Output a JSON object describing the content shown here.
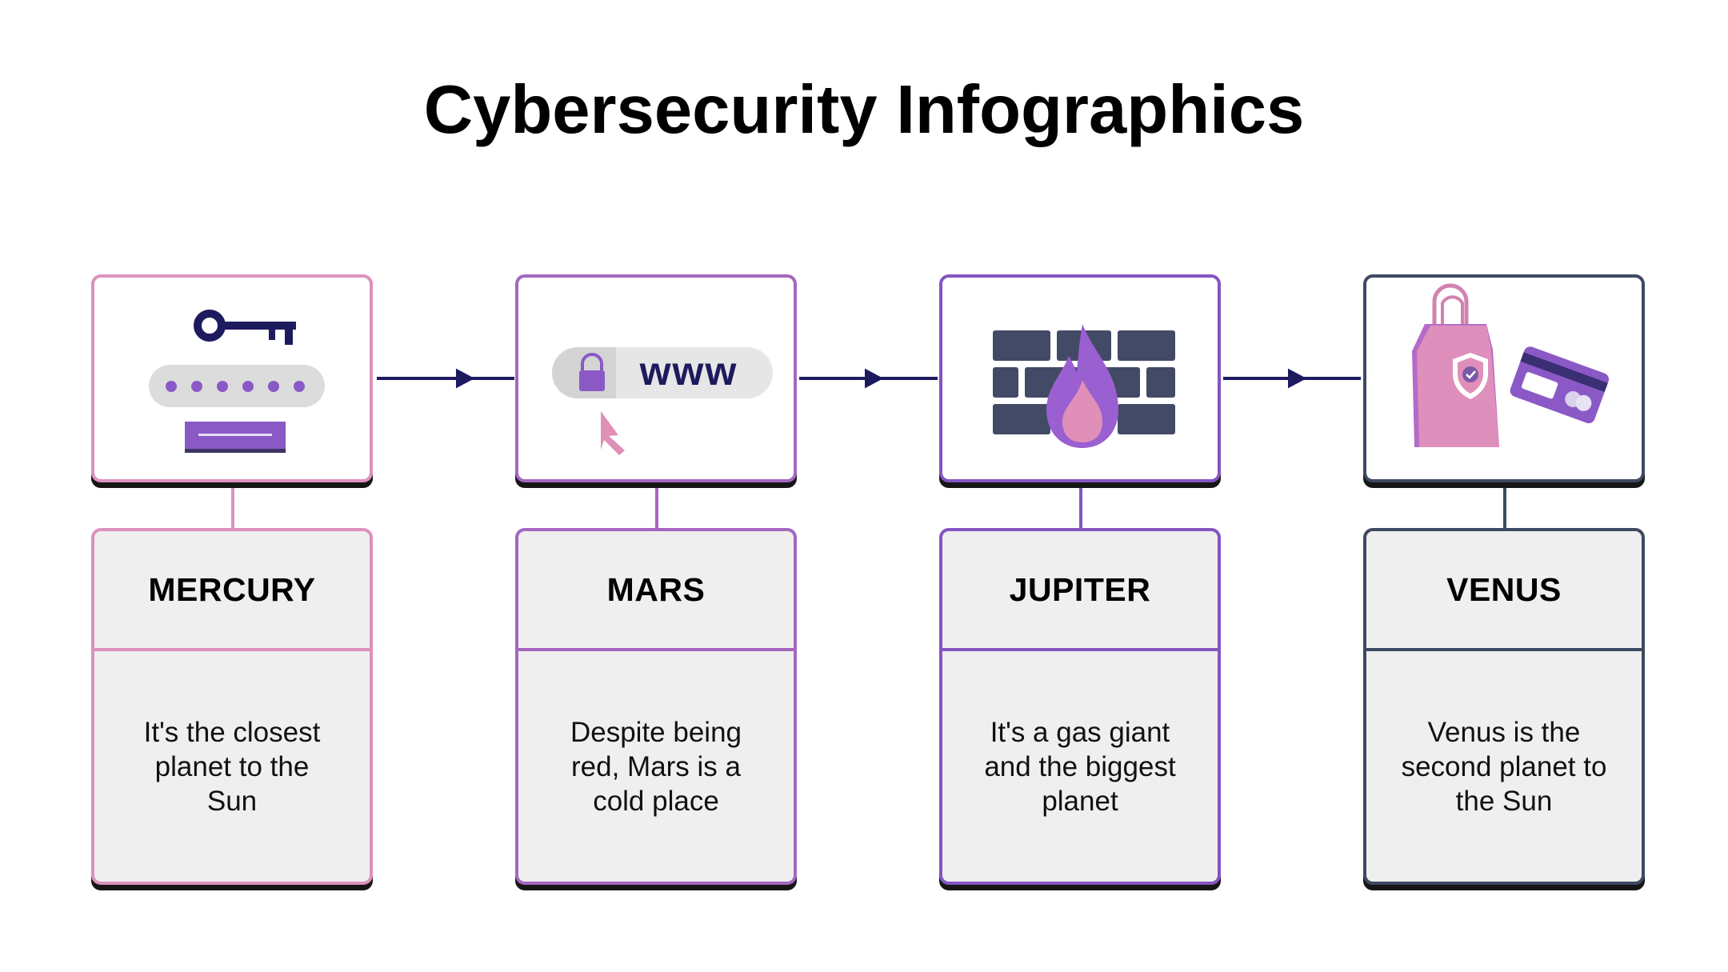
{
  "title": "Cybersecurity Infographics",
  "colors": {
    "pink": "#dc92bd",
    "violet": "#a467c0",
    "purple": "#8455c2",
    "slate": "#3e4a61",
    "navy": "#1e1a5e",
    "card_fill": "#efefef"
  },
  "steps": [
    {
      "name": "MERCURY",
      "text": "It's the closest planet to the Sun",
      "icon": "key-password-icon",
      "accent": "#dc92bd"
    },
    {
      "name": "MARS",
      "text": "Despite being red, Mars is a cold place",
      "icon": "secure-url-icon",
      "accent": "#a467c0"
    },
    {
      "name": "JUPITER",
      "text": "It's a gas giant and the biggest planet",
      "icon": "firewall-icon",
      "accent": "#8455c2"
    },
    {
      "name": "VENUS",
      "text": "Venus is the second planet to the Sun",
      "icon": "secure-shopping-icon",
      "accent": "#3e4a61"
    }
  ],
  "url_bar": {
    "text": "www"
  }
}
